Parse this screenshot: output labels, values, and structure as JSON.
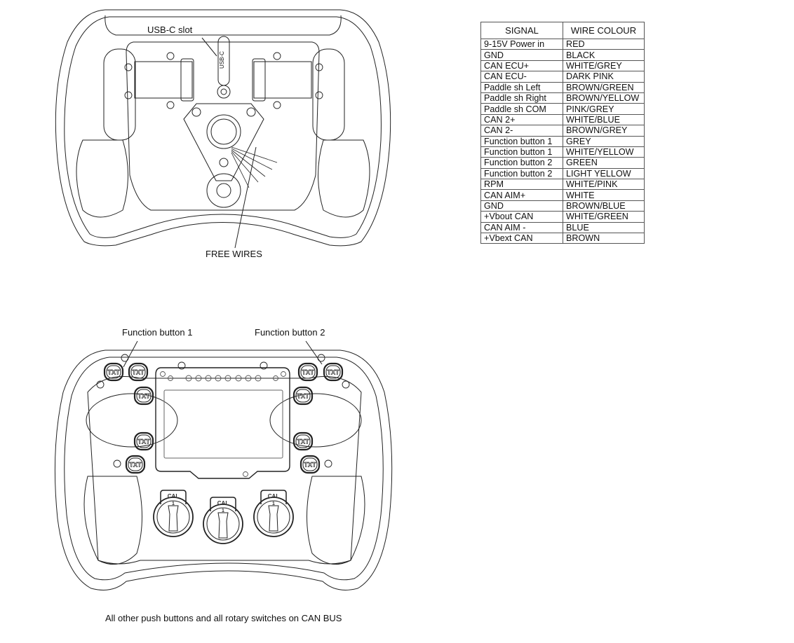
{
  "rear_view": {
    "usb_label": "USB-C slot",
    "usb_port_text": "USB-C",
    "wires_label": "FREE WIRES"
  },
  "wire_table": {
    "headers": [
      "SIGNAL",
      "WIRE COLOUR"
    ],
    "rows": [
      {
        "signal": "9-15V Power in",
        "colour": "RED"
      },
      {
        "signal": "GND",
        "colour": "BLACK"
      },
      {
        "signal": "CAN ECU+",
        "colour": "WHITE/GREY"
      },
      {
        "signal": "CAN ECU-",
        "colour": "DARK PINK"
      },
      {
        "signal": "Paddle sh Left",
        "colour": "BROWN/GREEN"
      },
      {
        "signal": "Paddle sh Right",
        "colour": "BROWN/YELLOW"
      },
      {
        "signal": "Paddle sh COM",
        "colour": "PINK/GREY"
      },
      {
        "signal": "CAN 2+",
        "colour": "WHITE/BLUE"
      },
      {
        "signal": "CAN 2-",
        "colour": "BROWN/GREY"
      },
      {
        "signal": "Function button 1",
        "colour": "GREY"
      },
      {
        "signal": "Function button 1",
        "colour": "WHITE/YELLOW"
      },
      {
        "signal": "Function button 2",
        "colour": "GREEN"
      },
      {
        "signal": "Function button 2",
        "colour": "LIGHT YELLOW"
      },
      {
        "signal": "RPM",
        "colour": "WHITE/PINK"
      },
      {
        "signal": "CAN AIM+",
        "colour": "WHITE"
      },
      {
        "signal": "GND",
        "colour": "BROWN/BLUE"
      },
      {
        "signal": "+Vbout CAN",
        "colour": "WHITE/GREEN"
      },
      {
        "signal": "CAN AIM -",
        "colour": "BLUE"
      },
      {
        "signal": "+Vbext CAN",
        "colour": "BROWN"
      }
    ]
  },
  "front_view": {
    "function_button_1_label": "Function  button 1",
    "function_button_2_label": "Function  button 2",
    "button_text": "TXT",
    "rotary_label": "CAL",
    "rotary_position": "1",
    "footer_note": "All other push buttons and all rotary switches on CAN BUS"
  }
}
